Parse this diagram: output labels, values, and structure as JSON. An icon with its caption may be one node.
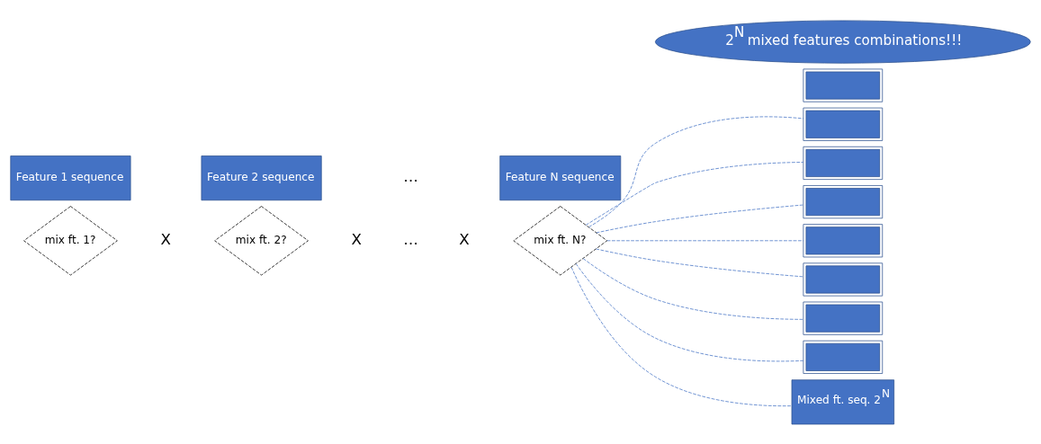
{
  "diagram": {
    "nodes": [
      {
        "text": [
          "2$^{N}$ mixed features combinations!!!"
        ]
      },
      {
        "text": [
          "Feature 1 sequence"
        ]
      },
      {
        "text": [
          "Feature 2 sequence"
        ]
      },
      {
        "text": [
          "Feature N sequence"
        ]
      },
      {
        "text": [],
        "shape": "tape"
      },
      {
        "text": [],
        "shape": "tape"
      },
      {
        "text": [],
        "shape": "tape"
      },
      {
        "text": [],
        "shape": "tape"
      },
      {
        "text": [],
        "shape": "tape"
      },
      {
        "text": [
          "mix ft. 1?"
        ]
      },
      {
        "text": [
          "mix ft. 2?"
        ]
      },
      {
        "text": [
          "mix ft. N?"
        ]
      },
      {
        "text": [],
        "shape": "tape"
      },
      {
        "text": [],
        "shape": "tape"
      },
      {
        "text": [],
        "shape": "tape"
      },
      {
        "text": [
          "Mixed ft. seq. 2$^{N}$"
        ]
      }
    ],
    "edges": [
      {
        "from": 11,
        "to": 5,
        "arrow": "none",
        "style": "dashed"
      },
      {
        "from": 11,
        "to": 6,
        "arrow": "none",
        "style": "dashed"
      },
      {
        "from": 11,
        "to": 7,
        "arrow": "none",
        "style": "dashed"
      },
      {
        "from": 11,
        "to": 8,
        "arrow": "none",
        "style": "dashed"
      },
      {
        "from": 11,
        "to": 12,
        "arrow": "none",
        "style": "dashed"
      },
      {
        "from": 11,
        "to": 13,
        "arrow": "none",
        "style": "dashed"
      },
      {
        "from": 11,
        "to": 14,
        "arrow": "none",
        "style": "dashed"
      },
      {
        "from": 11,
        "to": 15,
        "arrow": "none",
        "style": "dashed"
      }
    ],
    "labels": [
      "…",
      "X",
      "X",
      "…",
      "X"
    ]
  }
}
